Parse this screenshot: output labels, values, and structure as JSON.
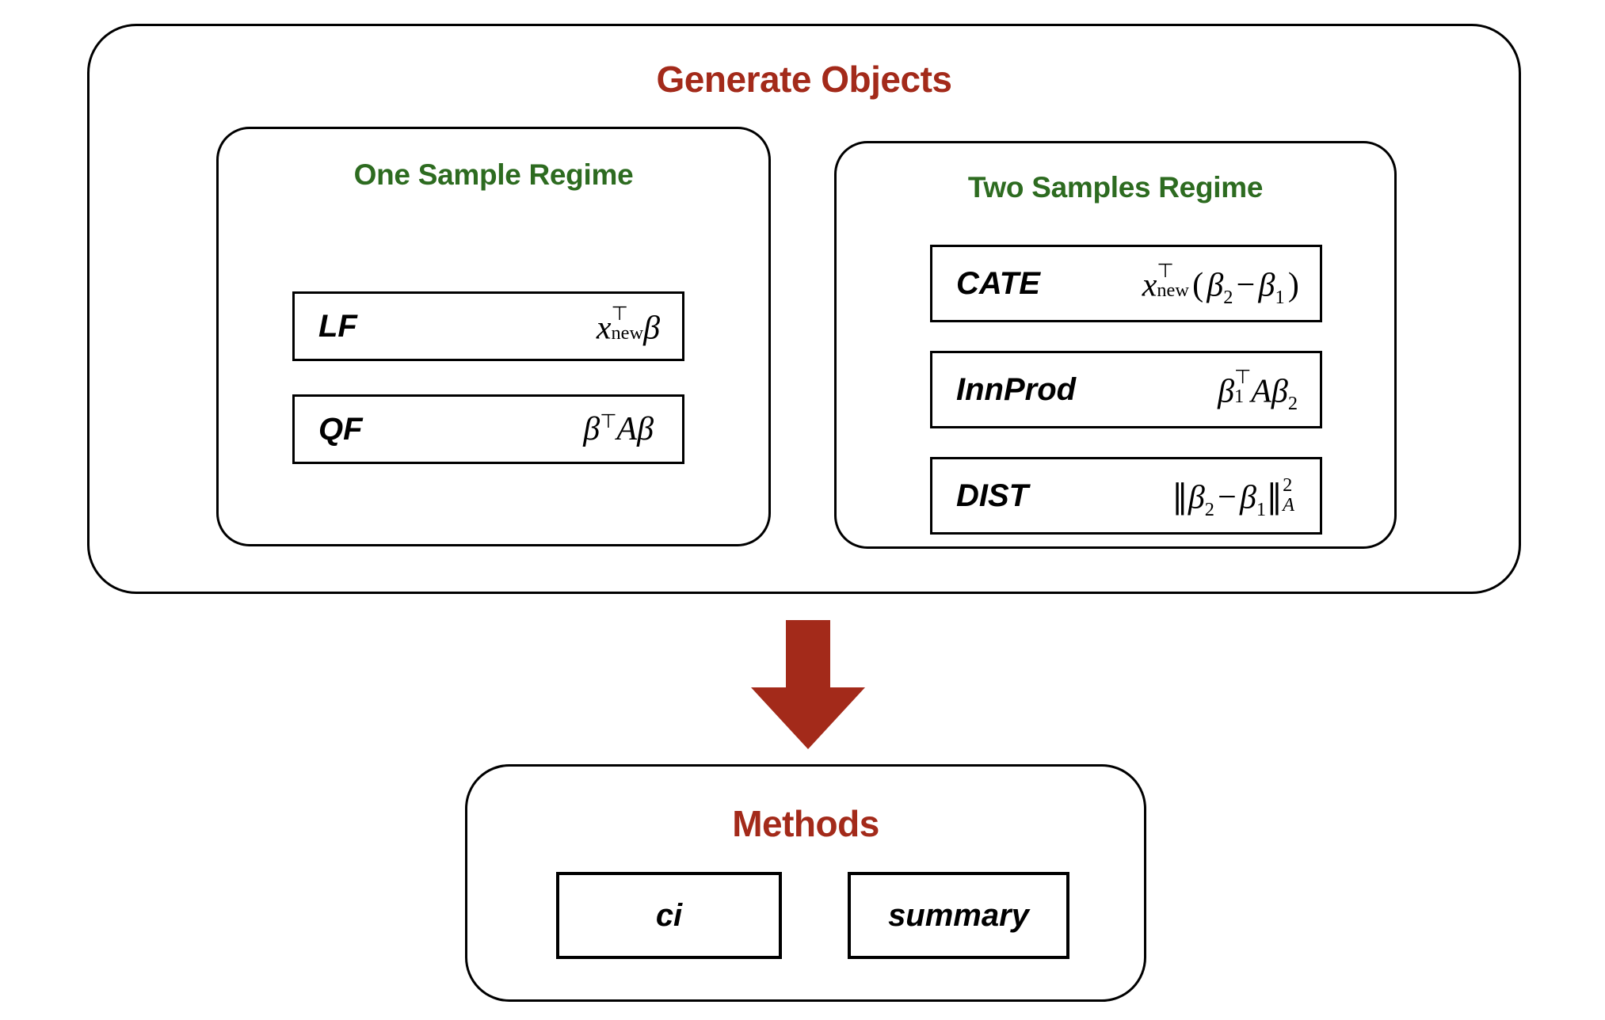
{
  "colors": {
    "title_red": "#A32A1A",
    "regime_green": "#2D6B20",
    "outline_black": "#000000",
    "arrow_red": "#A32A1A",
    "background": "#FFFFFF"
  },
  "generate_objects": {
    "title": "Generate Objects",
    "regimes": [
      {
        "id": "one-sample",
        "title": "One Sample Regime",
        "entries": [
          {
            "label": "LF",
            "formula_plain": "xᵀ_new β"
          },
          {
            "label": "QF",
            "formula_plain": "βᵀ A β"
          }
        ]
      },
      {
        "id": "two-samples",
        "title": "Two Samples Regime",
        "entries": [
          {
            "label": "CATE",
            "formula_plain": "xᵀ_new(β₂ − β₁)"
          },
          {
            "label": "InnProd",
            "formula_plain": "β₁ᵀ A β₂"
          },
          {
            "label": "DIST",
            "formula_plain": "‖β₂ − β₁‖²_A"
          }
        ]
      }
    ]
  },
  "arrow": {
    "icon": "down-arrow-icon",
    "direction": "down"
  },
  "methods": {
    "title": "Methods",
    "items": [
      {
        "label": "ci"
      },
      {
        "label": "summary"
      }
    ]
  },
  "math": {
    "x": "x",
    "beta": "β",
    "A": "A",
    "T": "ᵀ",
    "Tmark": "⊺",
    "new": "new",
    "minus": "−",
    "lparen": "(",
    "rparen": ")",
    "norm": "‖",
    "two": "2",
    "one": "1",
    "sq": "2"
  }
}
